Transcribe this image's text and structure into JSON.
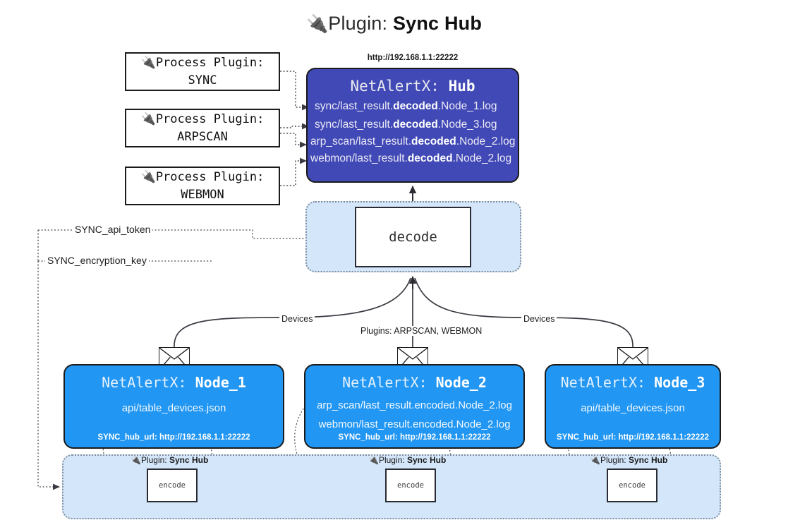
{
  "page": {
    "title_prefix": "Plugin:",
    "title_name": "Sync Hub",
    "plug_icon": "plug-icon"
  },
  "colors": {
    "hub_fill": "#4049b5",
    "node_fill": "#2196f3",
    "group_fill": "#d4e7fa",
    "group_border": "#7f8c9b",
    "stroke": "#1b1b1b"
  },
  "process_plugins": [
    {
      "line1": "Process Plugin:",
      "line2": "SYNC"
    },
    {
      "line1": "Process Plugin:",
      "line2": "ARPSCAN"
    },
    {
      "line1": "Process Plugin:",
      "line2": "WEBMON"
    }
  ],
  "hub": {
    "url": "http://192.168.1.1:22222",
    "name_prefix": "NetAlertX:",
    "name": "Hub",
    "logs": [
      {
        "pre": "sync/last_result.",
        "mid": "decoded",
        "post": ".Node_1.log"
      },
      {
        "pre": "sync/last_result.",
        "mid": "decoded",
        "post": ".Node_3.log"
      },
      {
        "pre": "arp_scan/last_result.",
        "mid": "decoded",
        "post": ".Node_2.log"
      },
      {
        "pre": "webmon/last_result.",
        "mid": "decoded",
        "post": ".Node_2.log"
      }
    ]
  },
  "decode": {
    "label": "decode"
  },
  "secrets": {
    "api_token": "SYNC_api_token",
    "encryption_key": "SYNC_encryption_key"
  },
  "edge_labels": {
    "devices_left": "Devices",
    "devices_right": "Devices",
    "plugins_center": "Plugins: ARPSCAN, WEBMON"
  },
  "nodes": [
    {
      "name_prefix": "NetAlertX:",
      "name": "Node_1",
      "lines": [
        "api/table_devices.json"
      ],
      "hub_url_label": "SYNC_hub_url: http://192.168.1.1:22222"
    },
    {
      "name_prefix": "NetAlertX:",
      "name": "Node_2",
      "lines": [
        "arp_scan/last_result.encoded.Node_2.log",
        "webmon/last_result.encoded.Node_2.log"
      ],
      "hub_url_label": "SYNC_hub_url: http://192.168.1.1:22222"
    },
    {
      "name_prefix": "NetAlertX:",
      "name": "Node_3",
      "lines": [
        "api/table_devices.json"
      ],
      "hub_url_label": "SYNC_hub_url: http://192.168.1.1:22222"
    }
  ],
  "encoders": [
    {
      "plugin_prefix": "Plugin:",
      "plugin_name": "Sync Hub",
      "label": "encode"
    },
    {
      "plugin_prefix": "Plugin:",
      "plugin_name": "Sync Hub",
      "label": "encode"
    },
    {
      "plugin_prefix": "Plugin:",
      "plugin_name": "Sync Hub",
      "label": "encode"
    }
  ]
}
